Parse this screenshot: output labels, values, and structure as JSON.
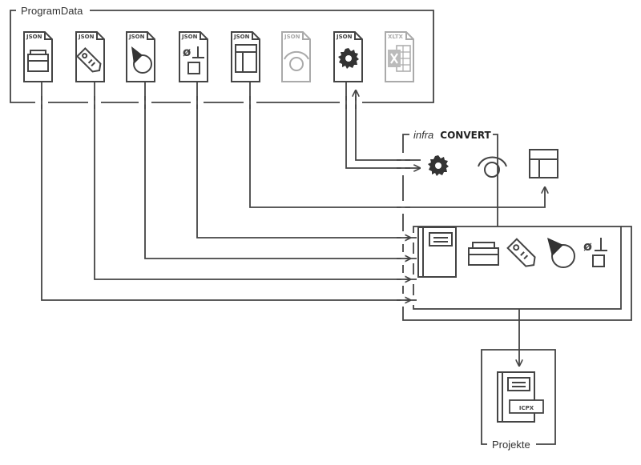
{
  "colors": {
    "stroke": "#444444",
    "muted": "#aaaaaa",
    "background": "#ffffff"
  },
  "program_data": {
    "title": "ProgramData",
    "files": [
      {
        "tag": "JSON",
        "icon": "drawer-icon"
      },
      {
        "tag": "JSON",
        "icon": "price-tag-icon"
      },
      {
        "tag": "JSON",
        "icon": "pipe-elbow-icon"
      },
      {
        "tag": "JSON",
        "icon": "diameter-symbol-icon"
      },
      {
        "tag": "JSON",
        "icon": "table-layout-icon"
      },
      {
        "tag": "JSON",
        "icon": "arc-icon",
        "muted": true
      },
      {
        "tag": "JSON",
        "icon": "gear-icon"
      },
      {
        "tag": "XLTX",
        "icon": "excel-icon",
        "muted": true
      }
    ]
  },
  "infra_convert": {
    "title_italic": "infra",
    "title_bold": "CONVERT",
    "tools": [
      "gear-icon",
      "arc-icon",
      "table-layout-icon"
    ],
    "project_items": [
      "project-book-icon",
      "drawer-icon",
      "price-tag-icon",
      "pipe-elbow-icon",
      "diameter-symbol-icon"
    ]
  },
  "projekte": {
    "title": "Projekte",
    "file_tag": "ICPX"
  },
  "glyphs": {
    "diameter": "ø"
  }
}
